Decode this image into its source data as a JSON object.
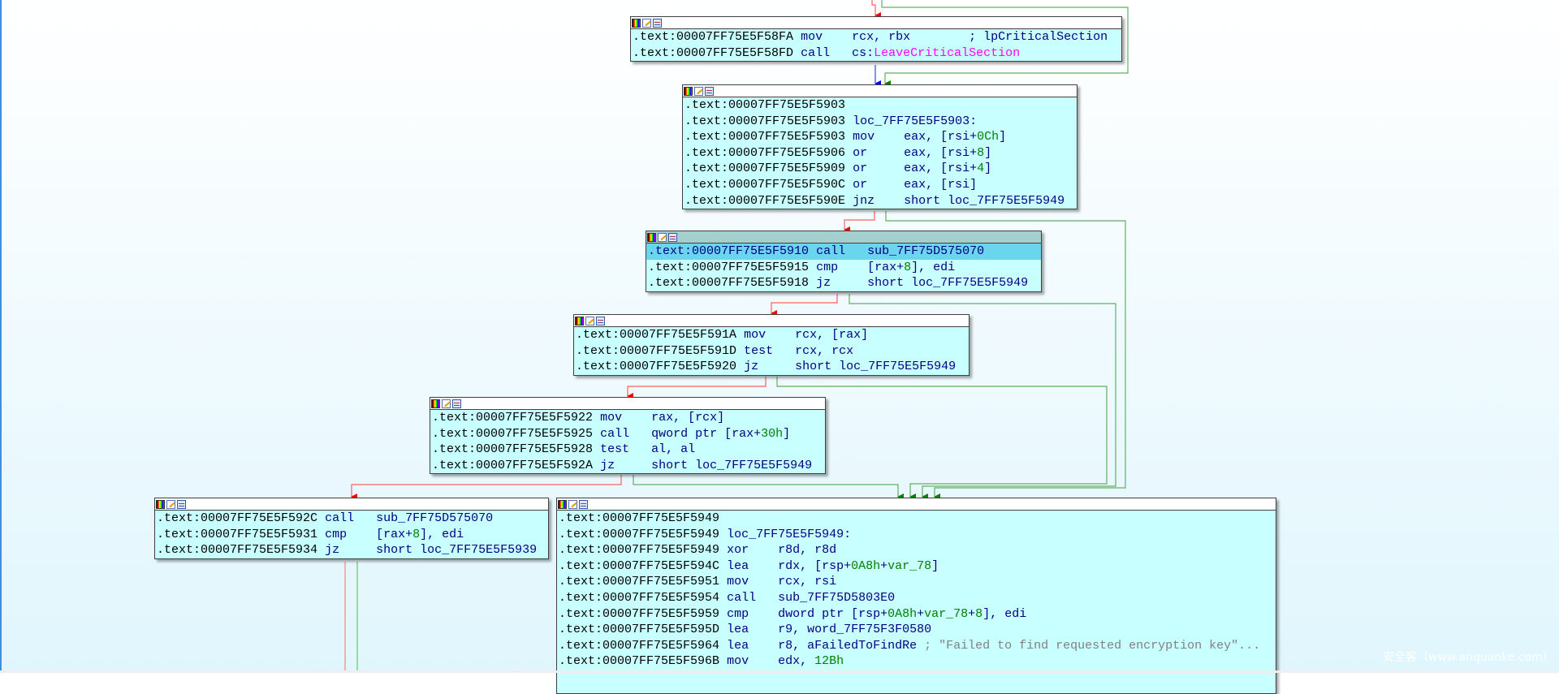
{
  "app": "IDA Pro graph view",
  "colors": {
    "block_bg": "#c8ffff",
    "highlight_line": "#6cd5ee",
    "selected_header": "#a3cfcf",
    "edge_true": "#008000",
    "edge_false": "#ff0000",
    "edge_uncond": "#0000ff",
    "mnemonic": "#000080",
    "number": "#008000",
    "import": "#ff00ff",
    "string_comment": "#808080"
  },
  "blocks": [
    {
      "id": "block_58FA",
      "lines": [
        {
          "addr": ".text:00007FF75E5F58FA",
          "mn": "mov",
          "ops": [
            {
              "t": "rcx, rbx",
              "c": ""
            },
            {
              "t": "        ; lpCriticalSection",
              "c": "cmt"
            }
          ]
        },
        {
          "addr": ".text:00007FF75E5F58FD",
          "mn": "call",
          "ops": [
            {
              "t": "cs:",
              "c": ""
            },
            {
              "t": "LeaveCriticalSection",
              "c": "imp"
            }
          ]
        }
      ]
    },
    {
      "id": "block_5903",
      "lines": [
        {
          "addr": ".text:00007FF75E5F5903",
          "mn": "",
          "ops": []
        },
        {
          "addr": ".text:00007FF75E5F5903",
          "mn": "loc_7FF75E5F5903:",
          "ops": []
        },
        {
          "addr": ".text:00007FF75E5F5903",
          "mn": "mov",
          "ops": [
            {
              "t": "eax, [rsi+",
              "c": ""
            },
            {
              "t": "0Ch",
              "c": "num"
            },
            {
              "t": "]",
              "c": ""
            }
          ]
        },
        {
          "addr": ".text:00007FF75E5F5906",
          "mn": "or",
          "ops": [
            {
              "t": "eax, [rsi+",
              "c": ""
            },
            {
              "t": "8",
              "c": "num"
            },
            {
              "t": "]",
              "c": ""
            }
          ]
        },
        {
          "addr": ".text:00007FF75E5F5909",
          "mn": "or",
          "ops": [
            {
              "t": "eax, [rsi+",
              "c": ""
            },
            {
              "t": "4",
              "c": "num"
            },
            {
              "t": "]",
              "c": ""
            }
          ]
        },
        {
          "addr": ".text:00007FF75E5F590C",
          "mn": "or",
          "ops": [
            {
              "t": "eax, [rsi]",
              "c": ""
            }
          ]
        },
        {
          "addr": ".text:00007FF75E5F590E",
          "mn": "jnz",
          "ops": [
            {
              "t": "short loc_7FF75E5F5949",
              "c": ""
            }
          ]
        }
      ]
    },
    {
      "id": "block_5910",
      "selected": true,
      "lines": [
        {
          "addr": ".text:00007FF75E5F5910",
          "mn": "call",
          "hl": true,
          "ops": [
            {
              "t": "sub_7FF75D575070",
              "c": ""
            }
          ]
        },
        {
          "addr": ".text:00007FF75E5F5915",
          "mn": "cmp",
          "ops": [
            {
              "t": "[rax+",
              "c": ""
            },
            {
              "t": "8",
              "c": "num"
            },
            {
              "t": "], edi",
              "c": ""
            }
          ]
        },
        {
          "addr": ".text:00007FF75E5F5918",
          "mn": "jz",
          "ops": [
            {
              "t": "short loc_7FF75E5F5949",
              "c": ""
            }
          ]
        }
      ]
    },
    {
      "id": "block_591A",
      "lines": [
        {
          "addr": ".text:00007FF75E5F591A",
          "mn": "mov",
          "ops": [
            {
              "t": "rcx, [rax]",
              "c": ""
            }
          ]
        },
        {
          "addr": ".text:00007FF75E5F591D",
          "mn": "test",
          "ops": [
            {
              "t": "rcx, rcx",
              "c": ""
            }
          ]
        },
        {
          "addr": ".text:00007FF75E5F5920",
          "mn": "jz",
          "ops": [
            {
              "t": "short loc_7FF75E5F5949",
              "c": ""
            }
          ]
        }
      ]
    },
    {
      "id": "block_5922",
      "lines": [
        {
          "addr": ".text:00007FF75E5F5922",
          "mn": "mov",
          "ops": [
            {
              "t": "rax, [rcx]",
              "c": ""
            }
          ]
        },
        {
          "addr": ".text:00007FF75E5F5925",
          "mn": "call",
          "ops": [
            {
              "t": "qword ptr [rax+",
              "c": ""
            },
            {
              "t": "30h",
              "c": "num"
            },
            {
              "t": "]",
              "c": ""
            }
          ]
        },
        {
          "addr": ".text:00007FF75E5F5928",
          "mn": "test",
          "ops": [
            {
              "t": "al, al",
              "c": ""
            }
          ]
        },
        {
          "addr": ".text:00007FF75E5F592A",
          "mn": "jz",
          "ops": [
            {
              "t": "short loc_7FF75E5F5949",
              "c": ""
            }
          ]
        }
      ]
    },
    {
      "id": "block_592C",
      "lines": [
        {
          "addr": ".text:00007FF75E5F592C",
          "mn": "call",
          "ops": [
            {
              "t": "sub_7FF75D575070",
              "c": ""
            }
          ]
        },
        {
          "addr": ".text:00007FF75E5F5931",
          "mn": "cmp",
          "ops": [
            {
              "t": "[rax+",
              "c": ""
            },
            {
              "t": "8",
              "c": "num"
            },
            {
              "t": "], edi",
              "c": ""
            }
          ]
        },
        {
          "addr": ".text:00007FF75E5F5934",
          "mn": "jz",
          "ops": [
            {
              "t": "short loc_7FF75E5F5939",
              "c": ""
            }
          ]
        }
      ]
    },
    {
      "id": "block_5949",
      "lines": [
        {
          "addr": ".text:00007FF75E5F5949",
          "mn": "",
          "ops": []
        },
        {
          "addr": ".text:00007FF75E5F5949",
          "mn": "loc_7FF75E5F5949:",
          "ops": []
        },
        {
          "addr": ".text:00007FF75E5F5949",
          "mn": "xor",
          "ops": [
            {
              "t": "r8d, r8d",
              "c": ""
            }
          ]
        },
        {
          "addr": ".text:00007FF75E5F594C",
          "mn": "lea",
          "ops": [
            {
              "t": "rdx, [rsp+",
              "c": ""
            },
            {
              "t": "0A8h",
              "c": "num"
            },
            {
              "t": "+",
              "c": ""
            },
            {
              "t": "var_78",
              "c": "num"
            },
            {
              "t": "]",
              "c": ""
            }
          ]
        },
        {
          "addr": ".text:00007FF75E5F5951",
          "mn": "mov",
          "ops": [
            {
              "t": "rcx, rsi",
              "c": ""
            }
          ]
        },
        {
          "addr": ".text:00007FF75E5F5954",
          "mn": "call",
          "ops": [
            {
              "t": "sub_7FF75D5803E0",
              "c": ""
            }
          ]
        },
        {
          "addr": ".text:00007FF75E5F5959",
          "mn": "cmp",
          "ops": [
            {
              "t": "dword ptr [rsp+",
              "c": ""
            },
            {
              "t": "0A8h",
              "c": "num"
            },
            {
              "t": "+",
              "c": ""
            },
            {
              "t": "var_78",
              "c": "num"
            },
            {
              "t": "+",
              "c": ""
            },
            {
              "t": "8",
              "c": "num"
            },
            {
              "t": "], edi",
              "c": ""
            }
          ]
        },
        {
          "addr": ".text:00007FF75E5F595D",
          "mn": "lea",
          "ops": [
            {
              "t": "r9, word_7FF75F3F0580",
              "c": ""
            }
          ]
        },
        {
          "addr": ".text:00007FF75E5F5964",
          "mn": "lea",
          "ops": [
            {
              "t": "r8, aFailedToFindRe ",
              "c": ""
            },
            {
              "t": "; \"Failed to find requested encryption key\"...",
              "c": "str"
            }
          ]
        },
        {
          "addr": ".text:00007FF75E5F596B",
          "mn": "mov",
          "ops": [
            {
              "t": "edx, ",
              "c": ""
            },
            {
              "t": "12Bh",
              "c": "num"
            }
          ]
        }
      ]
    }
  ],
  "watermark": "安全客（www.anquanke.com）"
}
